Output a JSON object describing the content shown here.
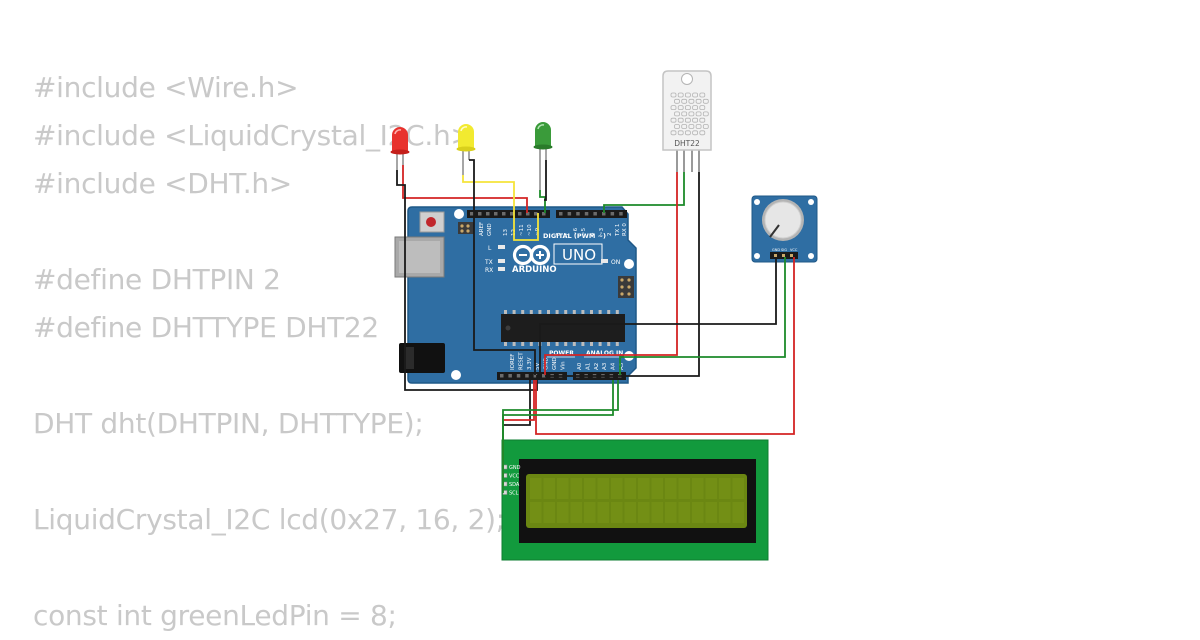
{
  "code_lines": [
    "#include <Wire.h>",
    "#include <LiquidCrystal_I2C.h>",
    "#include <DHT.h>",
    "",
    "#define DHTPIN 2",
    "#define DHTTYPE DHT22",
    "",
    "DHT dht(DHTPIN, DHTTYPE);",
    "",
    "LiquidCrystal_I2C lcd(0x27, 16, 2);",
    "",
    "const int greenLedPin = 8;"
  ],
  "board": {
    "brand": "ARDUINO",
    "model": "UNO",
    "digital_label": "DIGITAL (PWM ~)",
    "power_label": "POWER",
    "analog_label": "ANALOG IN",
    "on_label": "ON",
    "l_label": "L",
    "tx_label": "TX",
    "rx_label": "RX",
    "top_pin_labels": [
      "AREF",
      "GND",
      "13",
      "12",
      "~11",
      "~10",
      "~9",
      "8",
      "7",
      "~6",
      "~5",
      "4",
      "~3",
      "2",
      "TX 1",
      "RX 0"
    ],
    "power_pin_labels": [
      "IOREF",
      "RESET",
      "3.3V",
      "5V",
      "GND",
      "GND",
      "Vin"
    ],
    "analog_pin_labels": [
      "A0",
      "A1",
      "A2",
      "A3",
      "A4",
      "A5"
    ]
  },
  "sensor": {
    "label": "DHT22"
  },
  "potentiometer": {
    "pin_labels": [
      "GND",
      "SIG",
      "VCC"
    ]
  },
  "lcd": {
    "pin_labels": [
      "GND",
      "VCC",
      "SDA",
      "SCL"
    ]
  },
  "leds": [
    {
      "name": "red",
      "color": "#e8322d"
    },
    {
      "name": "yellow",
      "color": "#f2ea30"
    },
    {
      "name": "green",
      "color": "#3a9b3a"
    }
  ],
  "wire_colors": {
    "red": "#d42424",
    "black": "#1a1a1a",
    "green": "#1d8a2a",
    "yellow": "#f5e43a"
  }
}
